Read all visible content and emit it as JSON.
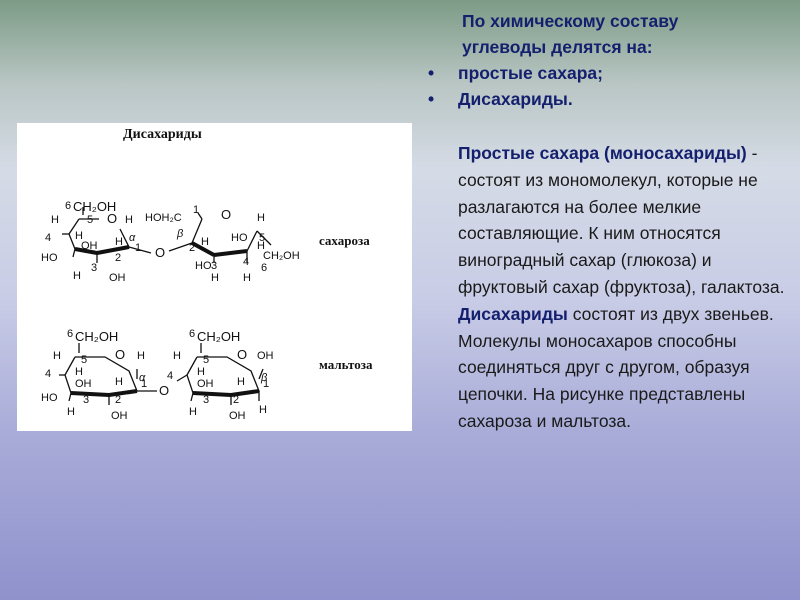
{
  "heading": {
    "line1": "По химическому составу",
    "line2": "углеводы делятся на:",
    "bullets": [
      "простые сахара;",
      "Дисахариды."
    ],
    "bullet_glyph": "•"
  },
  "body": {
    "p1_highlight": "Простые сахара (моносахариды)",
    "p1_rest": " - состоят из мономолекул, которые не разлагаются на более мелкие составляющие. К ним относятся виноградный сахар (глюкоза) и фруктовый сахар (фруктоза), галактоза.",
    "p2_highlight": "Дисахариды",
    "p2_rest": " состоят из двух звеньев. Молекулы моносахаров способны соединяться друг с другом, образуя цепочки. На рисунке представлены сахароза и мальтоза."
  },
  "figure": {
    "title": "Дисахариды",
    "label_sucrose": "сахароза",
    "label_maltose": "мальтоза"
  },
  "colors": {
    "accent": "#14206e",
    "text": "#1a1a1a"
  }
}
